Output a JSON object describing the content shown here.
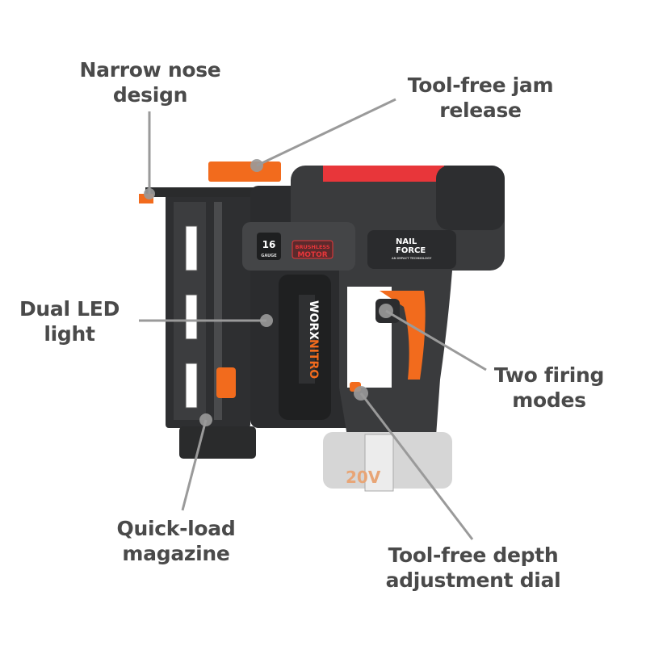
{
  "callouts": [
    {
      "id": "narrow-nose",
      "lines": [
        "Narrow nose",
        "design"
      ]
    },
    {
      "id": "jam-release",
      "lines": [
        "Tool-free jam",
        "release"
      ]
    },
    {
      "id": "led-light",
      "lines": [
        "Dual LED",
        "light"
      ]
    },
    {
      "id": "firing-modes",
      "lines": [
        "Two firing",
        "modes"
      ]
    },
    {
      "id": "magazine",
      "lines": [
        "Quick-load",
        "magazine"
      ]
    },
    {
      "id": "depth-dial",
      "lines": [
        "Tool-free depth",
        "adjustment dial"
      ]
    }
  ],
  "product_markings": {
    "gauge_number": "16",
    "gauge_word": "GAUGE",
    "motor_line1": "BRUSHLESS",
    "motor_line2": "MOTOR",
    "nailforce_line1": "NAIL",
    "nailforce_line2": "FORCE",
    "nailforce_tagline": "AN IMPACT TECHNOLOGY",
    "brand": "WORX",
    "sub_brand": "NITRO",
    "battery_voltage": "20V"
  },
  "colors": {
    "label_text": "#4a4a4a",
    "callout_line": "#9a9a9a",
    "tool_body": "#3a3b3d",
    "tool_dark": "#242526",
    "accent_orange": "#f26b1d",
    "accent_red": "#e8363a",
    "battery": "#cfcfcf"
  }
}
